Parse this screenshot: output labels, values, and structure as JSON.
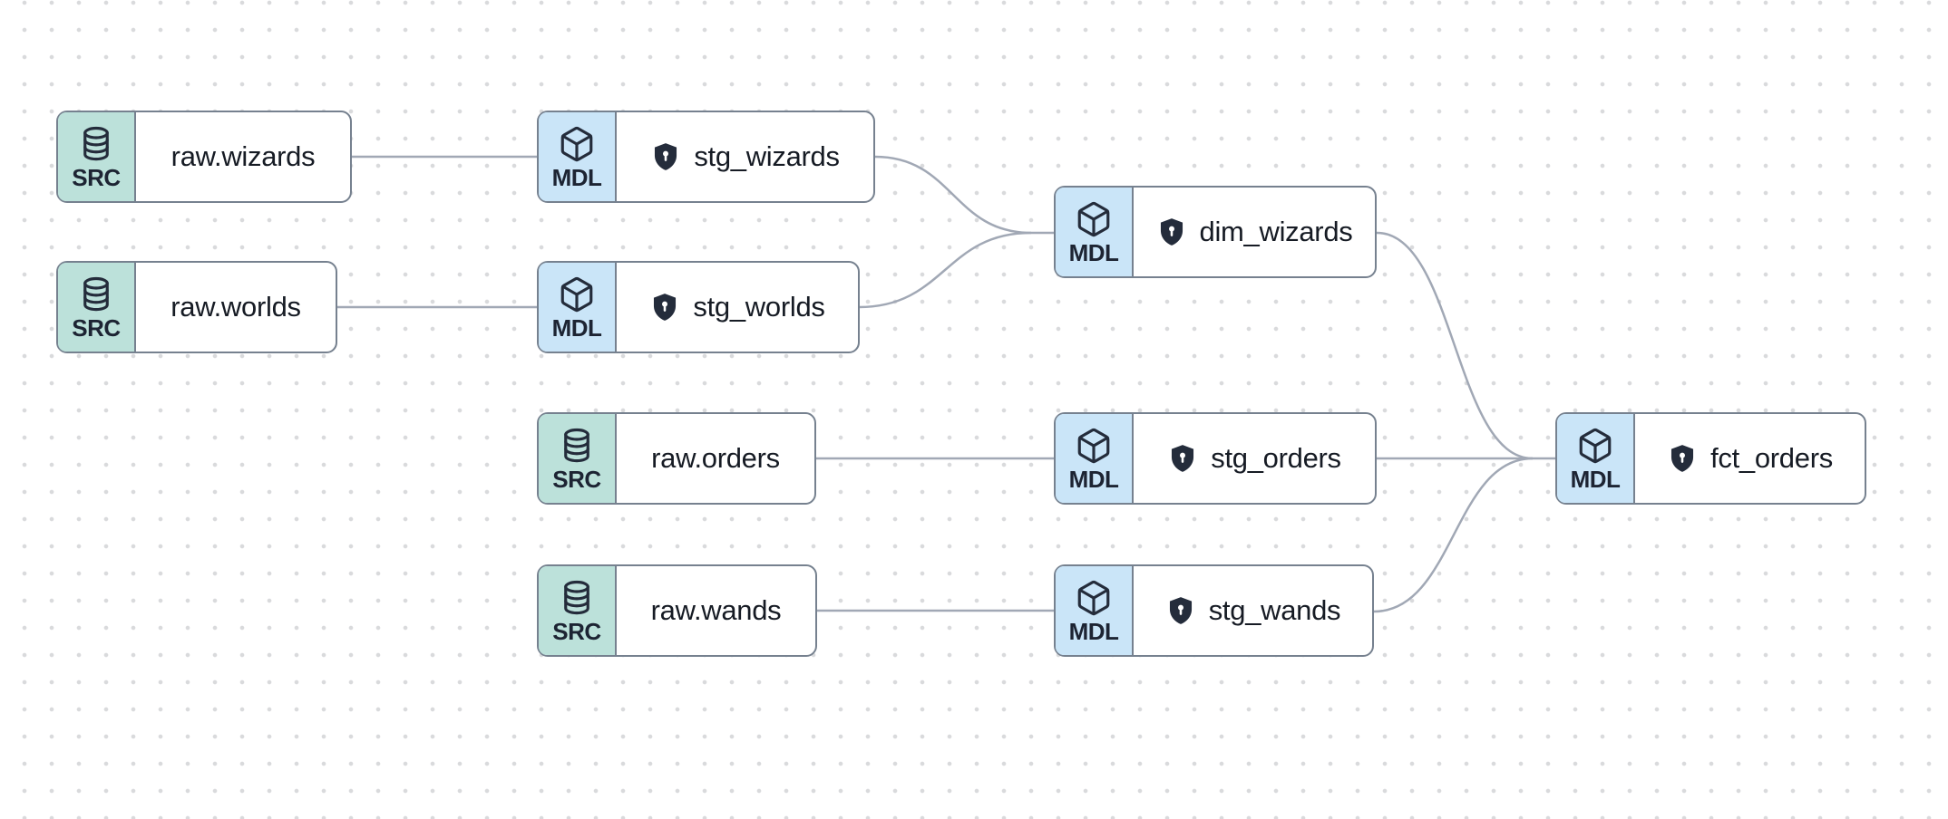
{
  "diagram": {
    "type": "data-lineage-dag",
    "colors": {
      "src_badge": "#bce1da",
      "mdl_badge": "#cae5f8",
      "node_border": "#76818f",
      "edge": "#a1a8b5",
      "node_text": "#161b24",
      "badge_text": "#1d2433",
      "shield_fill": "#242c3b",
      "dot_grid": "#d9dadc",
      "background": "#ffffff"
    },
    "nodes": [
      {
        "id": "raw_wizards",
        "badge": "SRC",
        "label": "raw.wizards",
        "icon": "database-icon",
        "has_shield": false
      },
      {
        "id": "raw_worlds",
        "badge": "SRC",
        "label": "raw.worlds",
        "icon": "database-icon",
        "has_shield": false
      },
      {
        "id": "stg_wizards",
        "badge": "MDL",
        "label": "stg_wizards",
        "icon": "cube-icon",
        "has_shield": true
      },
      {
        "id": "stg_worlds",
        "badge": "MDL",
        "label": "stg_worlds",
        "icon": "cube-icon",
        "has_shield": true
      },
      {
        "id": "dim_wizards",
        "badge": "MDL",
        "label": "dim_wizards",
        "icon": "cube-icon",
        "has_shield": true
      },
      {
        "id": "raw_orders",
        "badge": "SRC",
        "label": "raw.orders",
        "icon": "database-icon",
        "has_shield": false
      },
      {
        "id": "stg_orders",
        "badge": "MDL",
        "label": "stg_orders",
        "icon": "cube-icon",
        "has_shield": true
      },
      {
        "id": "raw_wands",
        "badge": "SRC",
        "label": "raw.wands",
        "icon": "database-icon",
        "has_shield": false
      },
      {
        "id": "stg_wands",
        "badge": "MDL",
        "label": "stg_wands",
        "icon": "cube-icon",
        "has_shield": true
      },
      {
        "id": "fct_orders",
        "badge": "MDL",
        "label": "fct_orders",
        "icon": "cube-icon",
        "has_shield": true
      }
    ],
    "edges": [
      {
        "from": "raw_wizards",
        "to": "stg_wizards"
      },
      {
        "from": "raw_worlds",
        "to": "stg_worlds"
      },
      {
        "from": "stg_wizards",
        "to": "dim_wizards"
      },
      {
        "from": "stg_worlds",
        "to": "dim_wizards"
      },
      {
        "from": "raw_orders",
        "to": "stg_orders"
      },
      {
        "from": "raw_wands",
        "to": "stg_wands"
      },
      {
        "from": "dim_wizards",
        "to": "fct_orders"
      },
      {
        "from": "stg_orders",
        "to": "fct_orders"
      },
      {
        "from": "stg_wands",
        "to": "fct_orders"
      }
    ]
  }
}
